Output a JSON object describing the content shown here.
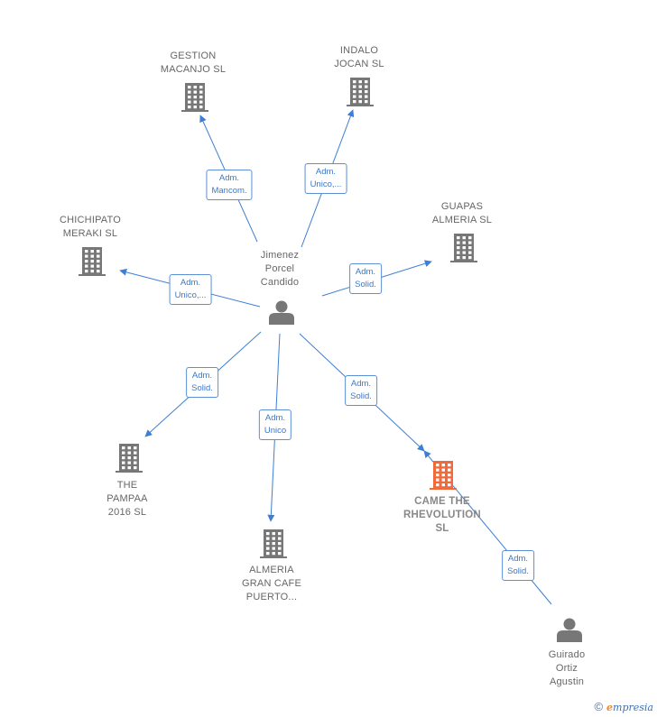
{
  "colors": {
    "edge": "#3d7fd4",
    "company_icon": "#777777",
    "highlight_icon": "#f06a3c",
    "person_icon": "#777777"
  },
  "nodes": [
    {
      "id": "jimenez",
      "type": "person",
      "lines": [
        "Jimenez",
        "Porcel",
        "Candido"
      ]
    },
    {
      "id": "gestion",
      "type": "company",
      "lines": [
        "GESTION",
        "MACANJO SL"
      ]
    },
    {
      "id": "indalo",
      "type": "company",
      "lines": [
        "INDALO",
        "JOCAN SL"
      ]
    },
    {
      "id": "chichipato",
      "type": "company",
      "lines": [
        "CHICHIPATO",
        "MERAKI SL"
      ]
    },
    {
      "id": "guapas",
      "type": "company",
      "lines": [
        "GUAPAS",
        "ALMERIA SL"
      ]
    },
    {
      "id": "pampaa",
      "type": "company",
      "lines": [
        "THE",
        "PAMPAA",
        "2016 SL"
      ]
    },
    {
      "id": "almeria",
      "type": "company",
      "lines": [
        "ALMERIA",
        "GRAN CAFE",
        "PUERTO..."
      ]
    },
    {
      "id": "came",
      "type": "company",
      "highlight": true,
      "lines": [
        "CAME THE",
        "RHEVOLUTION",
        "SL"
      ]
    },
    {
      "id": "guirado",
      "type": "person",
      "lines": [
        "Guirado",
        "Ortiz",
        "Agustin"
      ]
    }
  ],
  "edges": [
    {
      "from": "jimenez",
      "to": "gestion",
      "lines": [
        "Adm.",
        "Mancom."
      ]
    },
    {
      "from": "jimenez",
      "to": "indalo",
      "lines": [
        "Adm.",
        "Unico,..."
      ]
    },
    {
      "from": "jimenez",
      "to": "chichipato",
      "lines": [
        "Adm.",
        "Unico,..."
      ]
    },
    {
      "from": "jimenez",
      "to": "guapas",
      "lines": [
        "Adm.",
        "Solid."
      ]
    },
    {
      "from": "jimenez",
      "to": "pampaa",
      "lines": [
        "Adm.",
        "Solid."
      ]
    },
    {
      "from": "jimenez",
      "to": "almeria",
      "lines": [
        "Adm.",
        "Unico"
      ]
    },
    {
      "from": "jimenez",
      "to": "came",
      "lines": [
        "Adm.",
        "Solid."
      ]
    },
    {
      "from": "guirado",
      "to": "came",
      "lines": [
        "Adm.",
        "Solid."
      ]
    }
  ],
  "footer": {
    "copyright": "©",
    "brand_initial": "e",
    "brand_rest": "mpresia"
  }
}
